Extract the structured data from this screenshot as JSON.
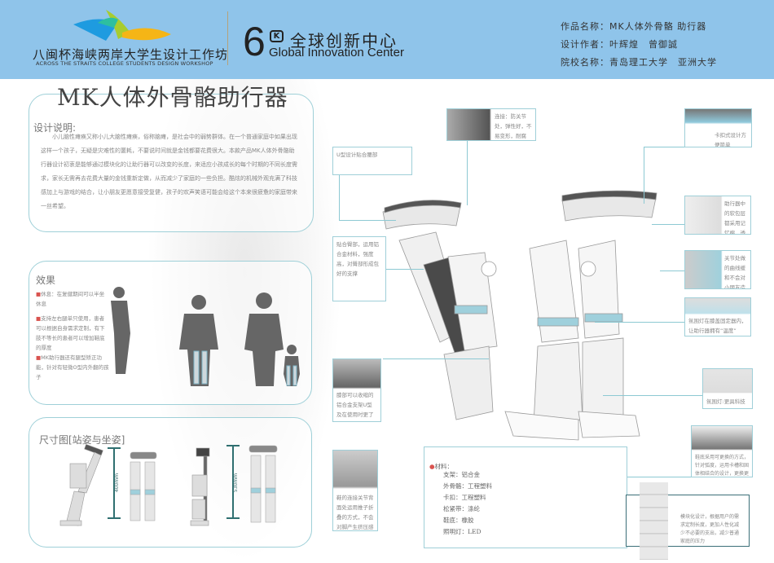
{
  "header": {
    "workshop_cn": "八闽杯海峡两岸大学生设计工作坊",
    "workshop_en": "ACROSS THE STRAITS COLLEGE STUDENTS DESIGN WORKSHOP",
    "center_number": "6",
    "center_k": "K",
    "center_cn": "全球创新中心",
    "center_en": "Global Innovation Center",
    "work_name": "作品名称：MK人体外骨骼 助行器",
    "designers": "设计作者：叶辉煌　曾御誠",
    "schools": "院校名称：青岛理工大学　亚洲大学"
  },
  "title": "MK人体外骨骼助行器",
  "design_notes": {
    "heading": "设计说明:",
    "body": "小儿脑性瘫痪又称小儿大脑性瘫痪，俗称脑瘫，是社会中的弱势群体。在一个普通家庭中如果出现这样一个孩子，无疑是灾难性的噩耗，不要说时间就是金钱都要花费很大。本款产品MK人体外骨骼助行器设计初衷是能够通过模块化的让助行器可以改变的长度，来适应小孩成长的每个时期的不同长度需求，家长无需再去花费大量的金钱重新定做，从而减少了家庭的一些负担。酷炫的机械外观充满了科技感加上与游戏的结合，让小朋友更愿意接受复健，孩子的欢声笑语可能会给这个本来很疲惫的家庭带来一丝希望。"
  },
  "effects": {
    "heading": "效果",
    "items": [
      "休息：在复健期间可以半坐休息",
      "支持左右腿单只使用，患者可以根据自身需求定制，有下肢不等长的患者可以增加鞋底的厚度",
      "MK助行器还有腿型矫正功能，针对有轻微O型内外翻的孩子"
    ]
  },
  "dimensions": {
    "heading": "尺寸图[站姿与坐姿]",
    "sitting": "400mm",
    "standing": "530mm"
  },
  "callouts": {
    "waist": "U型设计贴合腰部",
    "strap": "连接：防关节处，弹性好，不易变形，耐腐蚀，绝缘",
    "buckle": "卡扣式设计方便简单",
    "padding": "助行器中的软包层都采用记忆棉，透气，舒适",
    "joint": "关节处做的曲线缓和不会对小朋友造成不必要的伤害",
    "light": "氛围灯在膝盖固定器内，让助行器拥有“温度”",
    "ambient": "氛围灯:更具科技感",
    "sole": "鞋底采用可更换的方式，针对弧度，运用卡槽和固体相结合的设计，更换更便于易拆装",
    "hip": "贴合臀部，运用铝合金材料，强度高，对臀部形成包好的支撑",
    "knee": "膝部可以收缩的铝合金支架U型及在使用时更了可以休息",
    "shoe": "鞋的连接关节背面处运用推子折叠的方式，不会对脚产生挤压感",
    "modular": "模块化设计，根据用户的需求定制长度，更加人性化减少不必要的支出，减少普通家庭的压力"
  },
  "materials": {
    "heading": "材料：",
    "rows": [
      "支架：铝合金",
      "外骨骼：工程塑料",
      "卡扣：工程塑料",
      "松紧带：涤纶",
      "鞋底：橡胶",
      "照明灯：LED"
    ]
  },
  "colors": {
    "header": "#8fc4ea",
    "accent": "#9fcfd8",
    "dim": "#2f6f70"
  }
}
